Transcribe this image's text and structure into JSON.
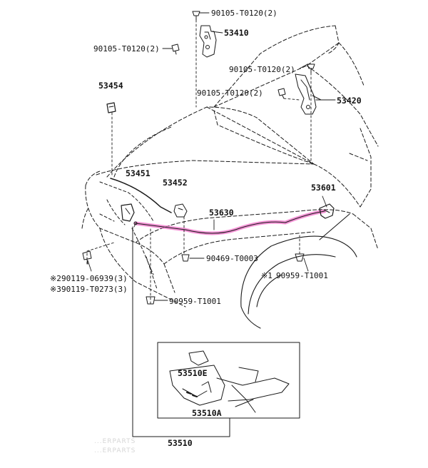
{
  "colors": {
    "line": "#1a1a1a",
    "highlight": "#f06fc8"
  },
  "parts": {
    "p53410": "53410",
    "bolt_top_right": "90105-T0120(2)",
    "bolt_top_left": "90105-T0120(2)",
    "p53454": "53454",
    "bolt_mid_1": "90105-T0120(2)",
    "bolt_mid_2": "90105-T0120(2)",
    "p53420": "53420",
    "p53451": "53451",
    "p53452": "53452",
    "p53601": "53601",
    "p53630": "53630",
    "clip_90469": "90469-T0003",
    "note_2_mark": "※2",
    "note_2_part": "90119-06939(3)",
    "note_3_mark": "※3",
    "note_3_part": "90119-T0273(3)",
    "clip_left": "90959-T1001",
    "note_1_mark": "※1",
    "clip_right": "90959-T1001",
    "p53510E": "53510E",
    "p53510A": "53510A",
    "p53510": "53510"
  },
  "watermark": {
    "line1": "...ERPARTS",
    "line2": "...ERPARTS"
  }
}
